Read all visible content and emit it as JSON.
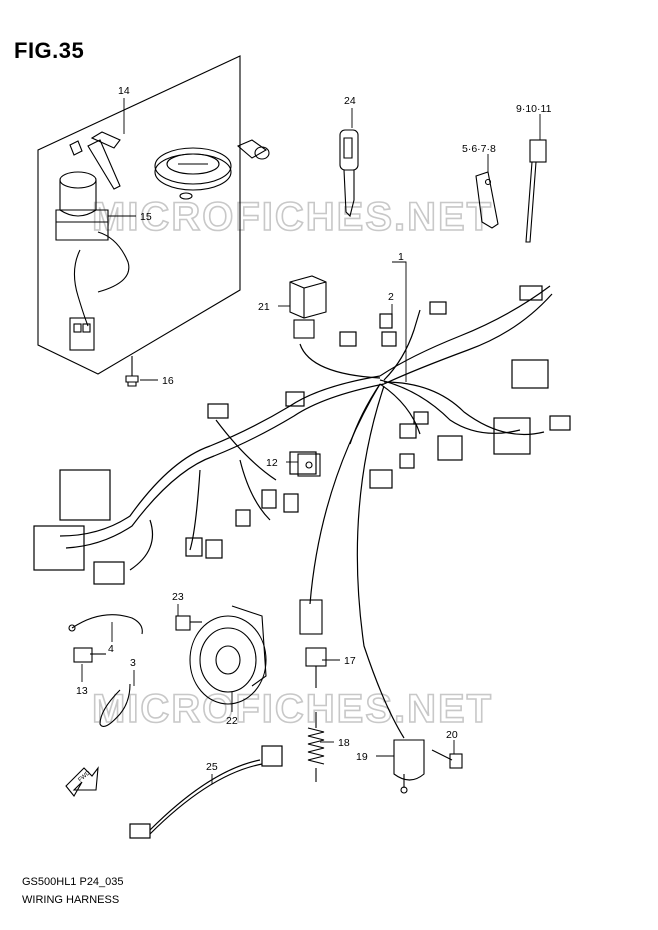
{
  "figure": {
    "title": "FIG.35",
    "code": "GS500HL1 P24_035",
    "caption": "WIRING HARNESS",
    "watermark": "MICROFICHES.NET"
  },
  "callouts": [
    {
      "id": "c14",
      "text": "14"
    },
    {
      "id": "c15",
      "text": "15"
    },
    {
      "id": "c16",
      "text": "16"
    },
    {
      "id": "c24",
      "text": "24"
    },
    {
      "id": "c9",
      "text": "9·10·11"
    },
    {
      "id": "c5",
      "text": "5·6·7·8"
    },
    {
      "id": "c1",
      "text": "1"
    },
    {
      "id": "c2",
      "text": "2"
    },
    {
      "id": "c21",
      "text": "21"
    },
    {
      "id": "c12",
      "text": "12"
    },
    {
      "id": "c23",
      "text": "23"
    },
    {
      "id": "c4",
      "text": "4"
    },
    {
      "id": "c3",
      "text": "3"
    },
    {
      "id": "c13",
      "text": "13"
    },
    {
      "id": "c22",
      "text": "22"
    },
    {
      "id": "c17",
      "text": "17"
    },
    {
      "id": "c18",
      "text": "18"
    },
    {
      "id": "c19",
      "text": "19"
    },
    {
      "id": "c20",
      "text": "20"
    },
    {
      "id": "c25",
      "text": "25"
    }
  ],
  "icons": {
    "front_arrow": "fwd-arrow-icon",
    "front_arrow_text": "FWD"
  }
}
